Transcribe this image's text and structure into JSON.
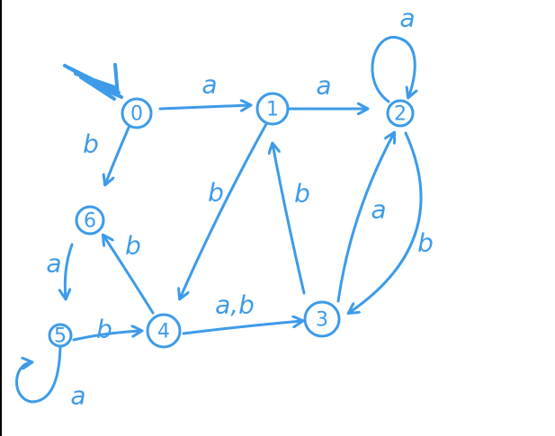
{
  "colors": {
    "ink": "#3d9be9",
    "background": "#ffffff",
    "border": "#000000"
  },
  "diagram": {
    "type": "finite-automaton",
    "start_state": "0",
    "states": [
      {
        "id": "0",
        "label": "0"
      },
      {
        "id": "1",
        "label": "1"
      },
      {
        "id": "2",
        "label": "2"
      },
      {
        "id": "3",
        "label": "3"
      },
      {
        "id": "4",
        "label": "4"
      },
      {
        "id": "5",
        "label": "5"
      },
      {
        "id": "6",
        "label": "6"
      }
    ],
    "transitions": [
      {
        "from": "0",
        "to": "1",
        "label": "a"
      },
      {
        "from": "1",
        "to": "2",
        "label": "a"
      },
      {
        "from": "2",
        "to": "2",
        "label": "a"
      },
      {
        "from": "0",
        "to": "6",
        "label": "b"
      },
      {
        "from": "1",
        "to": "4",
        "label": "b"
      },
      {
        "from": "3",
        "to": "1",
        "label": "b"
      },
      {
        "from": "3",
        "to": "2",
        "label": "a"
      },
      {
        "from": "2",
        "to": "3",
        "label": "b"
      },
      {
        "from": "6",
        "to": "5",
        "label": "a"
      },
      {
        "from": "4",
        "to": "6",
        "label": "b"
      },
      {
        "from": "5",
        "to": "4",
        "label": "b"
      },
      {
        "from": "4",
        "to": "3",
        "label": "a,b"
      },
      {
        "from": "5",
        "to": "5",
        "label": "a"
      }
    ]
  }
}
